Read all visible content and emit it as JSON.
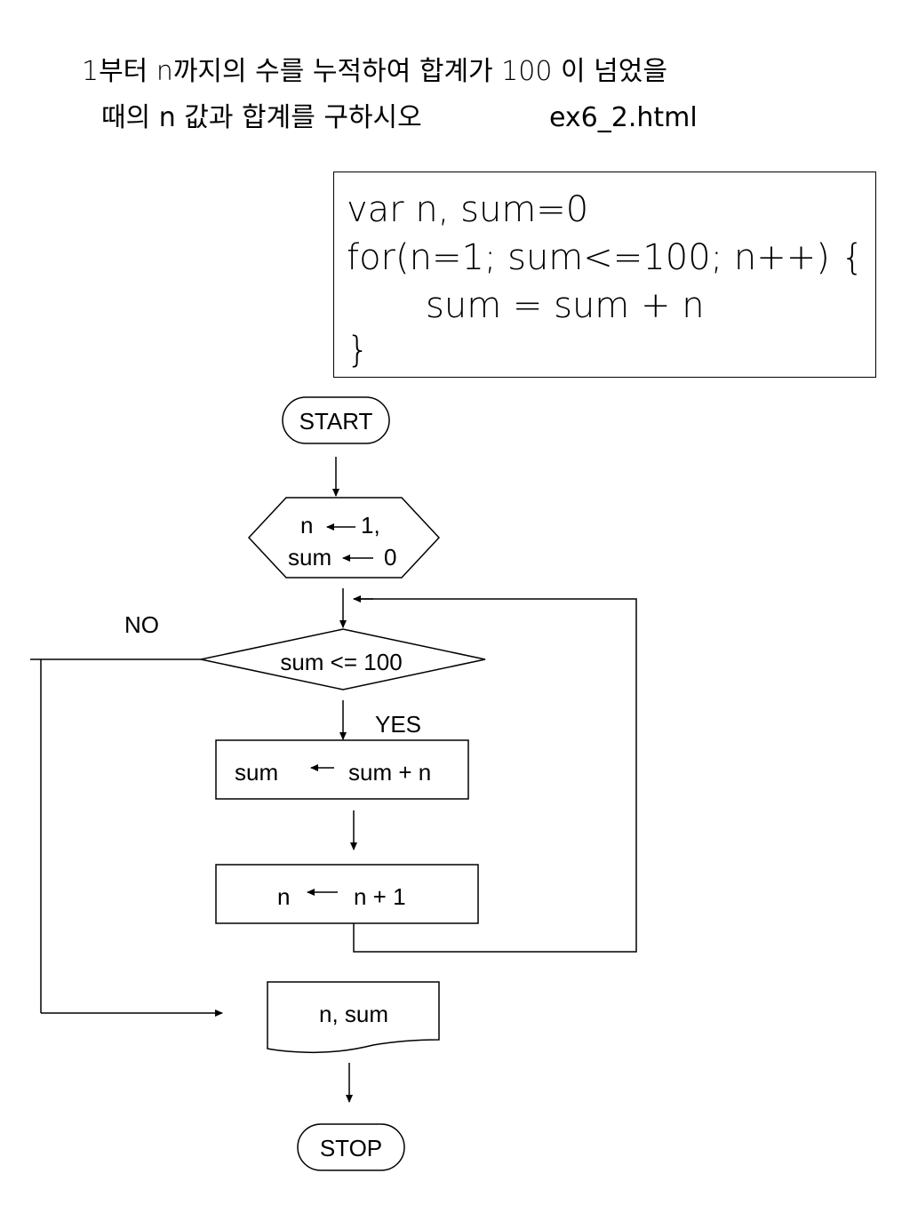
{
  "header": {
    "line1": "1부터 n까지의 수를 누적하여 합계가 100 이 넘었을",
    "line2": "때의 n 값과 합계를 구하시오",
    "filename": "ex6_2.html"
  },
  "code": {
    "lines": [
      "var n, sum=0",
      "for(n=1; sum<=100; n++) {",
      "       sum = sum + n",
      "}"
    ]
  },
  "flowchart": {
    "start": "START",
    "init_line1": "n",
    "init_line1_value": "1,",
    "init_line2": "sum",
    "init_line2_value": "0",
    "condition": "sum <= 100",
    "no_label": "NO",
    "yes_label": "YES",
    "process1_left": "sum",
    "process1_right": "sum + n",
    "process2_left": "n",
    "process2_right": "n + 1",
    "output": "n, sum",
    "stop": "STOP"
  }
}
